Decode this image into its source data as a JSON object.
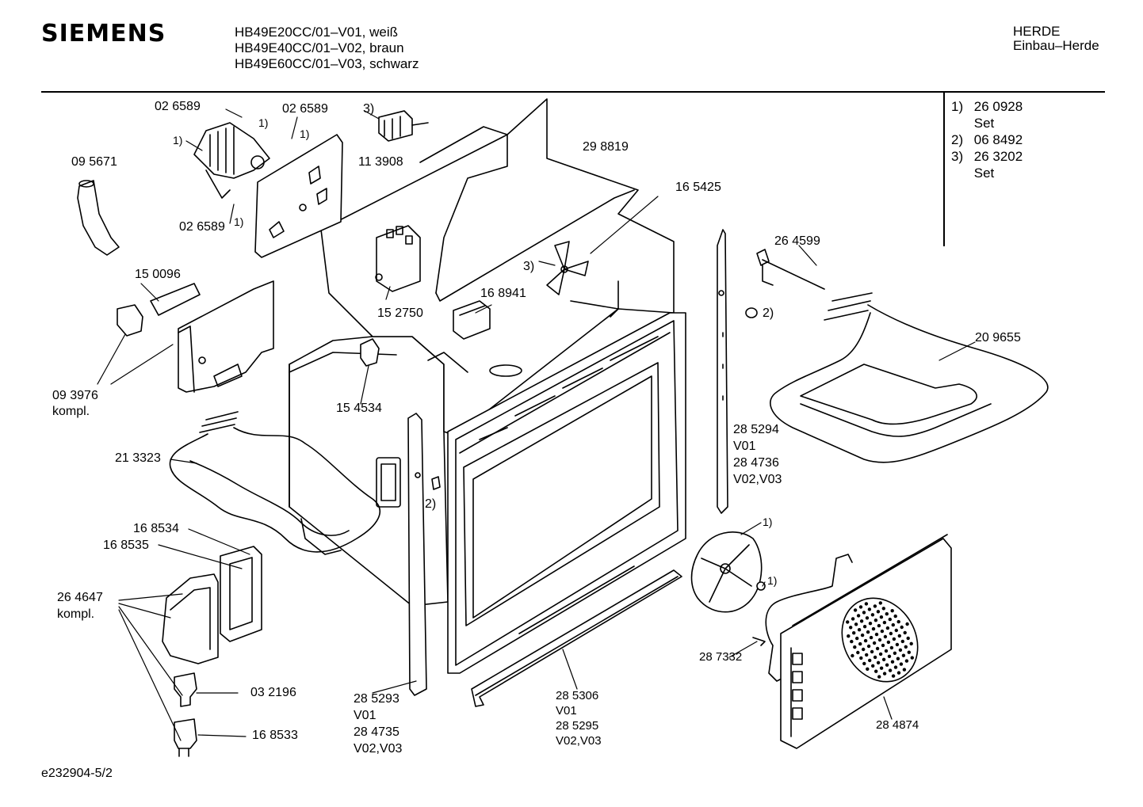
{
  "header": {
    "brand": "SIEMENS",
    "models": [
      "HB49E20CC/01–V01, weiß",
      "HB49E40CC/01–V02, braun",
      "HB49E60CC/01–V03, schwarz"
    ],
    "category": "HERDE",
    "subcategory": "Einbau–Herde"
  },
  "legend": [
    {
      "key": "1)",
      "part": "26 0928",
      "note": "Set"
    },
    {
      "key": "2)",
      "part": "06 8492",
      "note": ""
    },
    {
      "key": "3)",
      "part": "26 3202",
      "note": "Set"
    }
  ],
  "labels": {
    "p026589_top": "02 6589",
    "p026589_top_sup": "1)",
    "p026589_right": "02 6589",
    "p026589_right_sup": "1)",
    "p026589_bottom": "02 6589",
    "p026589_bottom_sup": "1)",
    "motor_sup": "1)",
    "p095671": "09 5671",
    "p113908_sup": "3)",
    "p113908": "11 3908",
    "p298819": "29 8819",
    "p165425": "16 5425",
    "fan_sup": "3)",
    "p264599": "26 4599",
    "p150096": "15 0096",
    "p152750": "15 2750",
    "p168941": "16 8941",
    "p2_right": "2)",
    "p209655": "20 9655",
    "p093976": "09 3976",
    "p093976_note": "kompl.",
    "p154534": "15 4534",
    "p213323": "21 3323",
    "p285294": "28 5294",
    "p285294_v": "V01",
    "p284736": "28 4736",
    "p284736_v": "V02,V03",
    "p2_left": "2)",
    "p168534": "16 8534",
    "p168535": "16 8535",
    "p264647": "26 4647",
    "p264647_note": "kompl.",
    "p032196": "03 2196",
    "p168533": "16 8533",
    "p285293": "28 5293",
    "p285293_v": "V01",
    "p284735": "28 4735",
    "p284735_v": "V02,V03",
    "p285306": "28 5306",
    "p285306_v": "V01",
    "p285295": "28 5295",
    "p285295_v": "V02,V03",
    "rearfan_sup": "1)",
    "nut_sup": "1)",
    "p287332": "28 7332",
    "p284874": "28 4874"
  },
  "footer": {
    "doc_id": "e232904-5/2"
  }
}
